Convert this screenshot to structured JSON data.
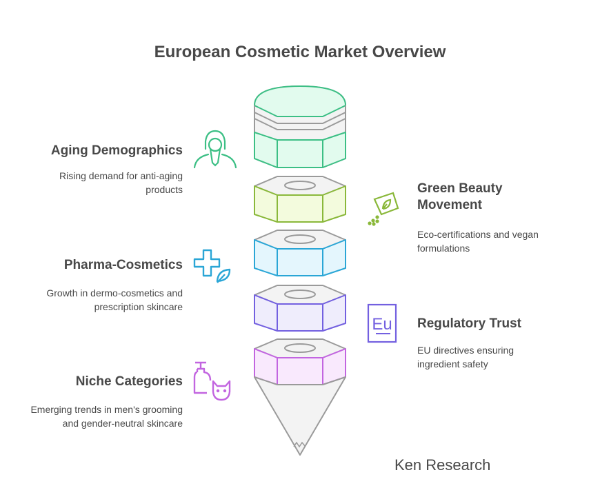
{
  "title": "European Cosmetic Market Overview",
  "items": [
    {
      "heading": "Aging Demographics",
      "desc": "Rising demand for anti-aging products",
      "color": "#3cbf85",
      "icon": "elderly-woman-icon"
    },
    {
      "heading": "Green Beauty Movement",
      "desc": "Eco-certifications and vegan formulations",
      "color": "#8ab83a",
      "icon": "eco-leaf-tag-icon"
    },
    {
      "heading": "Pharma-Cosmetics",
      "desc": "Growth in dermo-cosmetics and prescription skincare",
      "color": "#2aa6d6",
      "icon": "medical-cross-leaf-icon"
    },
    {
      "heading": "Regulatory Trust",
      "desc": "EU directives ensuring ingredient safety",
      "color": "#7360e0",
      "icon": "eu-badge-icon"
    },
    {
      "heading": "Niche Categories",
      "desc": "Emerging trends in men's grooming and gender-neutral skincare",
      "color": "#c265e0",
      "icon": "pump-bottle-pet-icon"
    }
  ],
  "eu_badge_text": "Eu",
  "brand": "Ken Research"
}
